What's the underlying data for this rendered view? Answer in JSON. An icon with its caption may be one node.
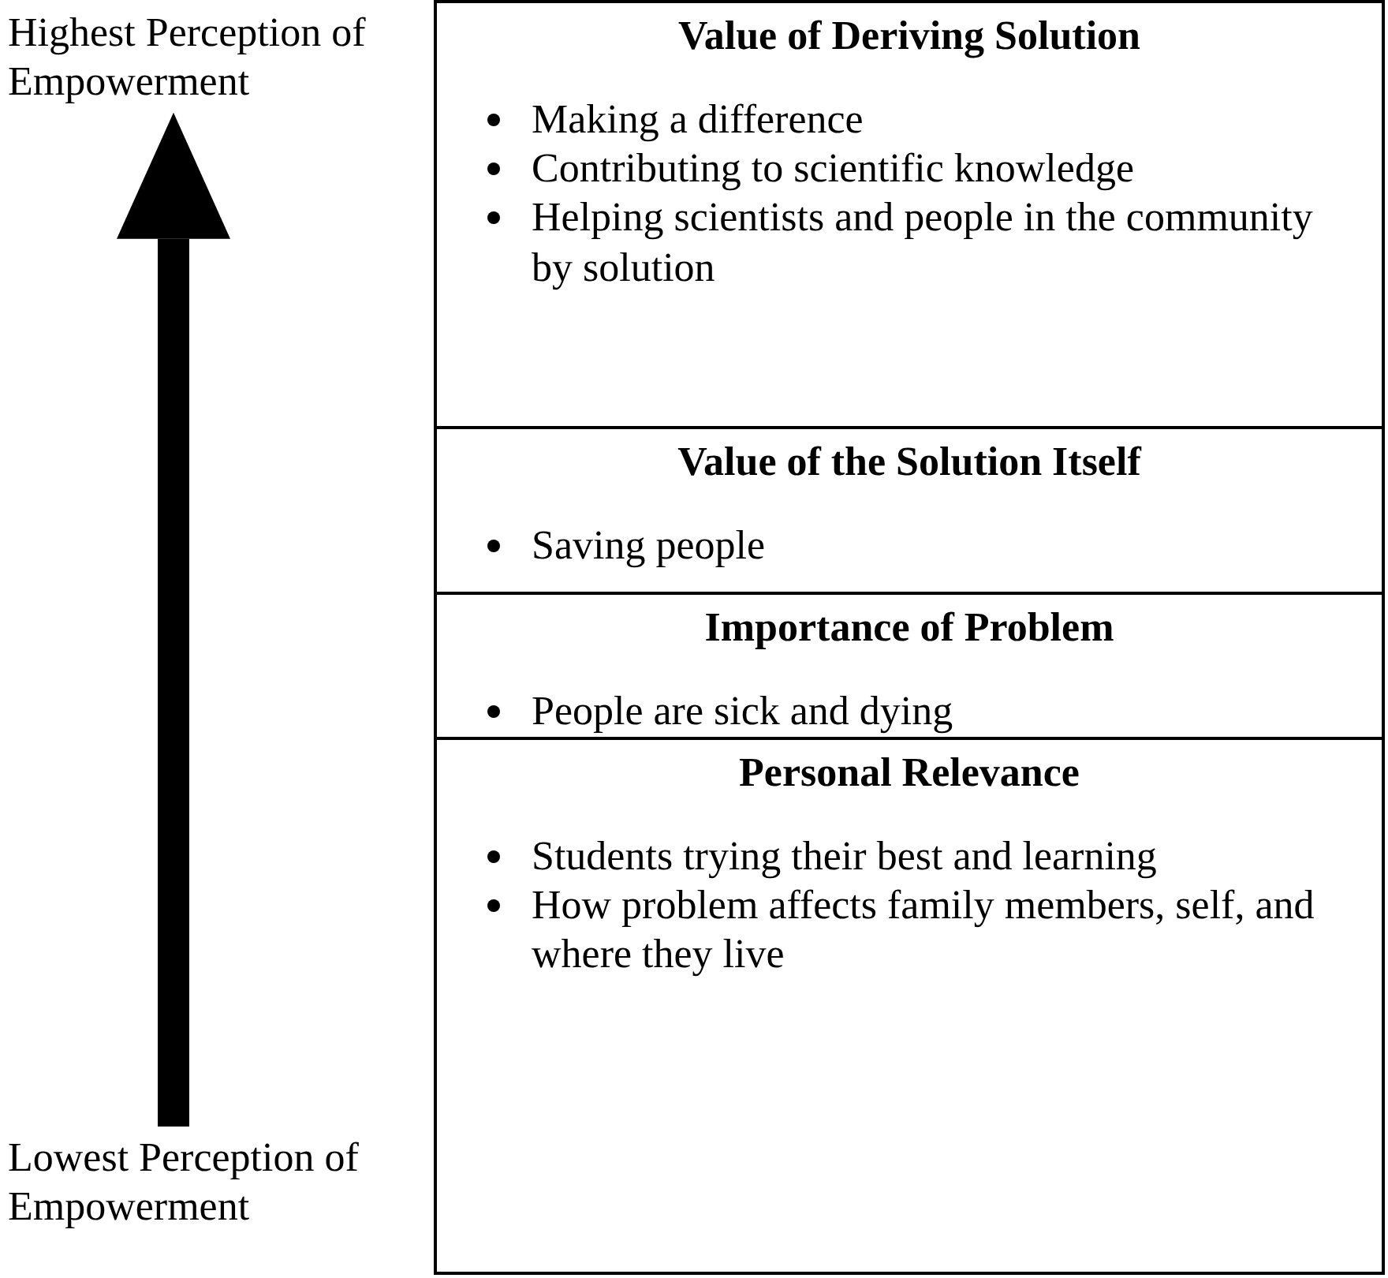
{
  "diagram": {
    "nodes": [
      {
        "text": [
          "Highest Perception of Empowerment"
        ]
      },
      {
        "text": [
          "Lowest Perception of Empowerment"
        ]
      },
      {
        "text": [
          "Value of Deriving Solution",
          "Making a difference",
          "Contributing to scientific knowledge",
          "Helping scientists and people in the community by solution"
        ]
      },
      {
        "text": [
          "Value of the Solution Itself",
          "Saving people"
        ]
      },
      {
        "text": [
          "Importance of Problem",
          "People are sick and dying"
        ]
      },
      {
        "text": [
          "Personal Relevance",
          "Students trying their best and learning",
          "How problem affects family members, self, and where they live"
        ]
      }
    ],
    "edges": [
      {
        "from": 1,
        "to": 0,
        "arrow": "to"
      }
    ]
  }
}
